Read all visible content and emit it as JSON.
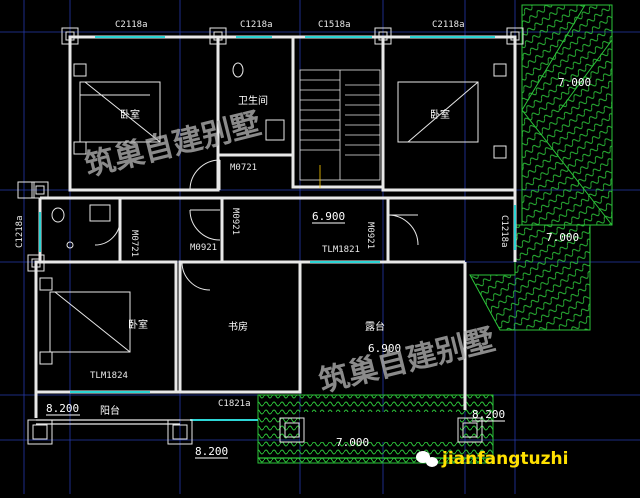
{
  "colors": {
    "background": "#000000",
    "wall": "#e8e8e8",
    "grid": "#2d44c8",
    "dim": "#2dd6d6",
    "green": "#2cc43a",
    "label": "#ffffff",
    "watermark": "#b9b9b9",
    "credit": "#ffe000"
  },
  "windows": {
    "w1": "C2118a",
    "w2": "C1218a",
    "w3": "C1518a",
    "w4": "C2118a",
    "w5": "C1218a",
    "w6": "C1218a",
    "w7": "C1821a"
  },
  "doors": {
    "d1": "M0721",
    "d2": "M0921",
    "d3": "M0921",
    "d4": "M0921",
    "d5": "M0721",
    "d6": "TLM1821",
    "d7": "TLM1824"
  },
  "rooms": {
    "bedroom_nw": "卧室",
    "bedroom_ne": "卧室",
    "bedroom_sw": "卧室",
    "bathroom": "卫生间",
    "study": "书房",
    "terrace": "露台",
    "balcony": "阳台"
  },
  "levels": {
    "roof_ne": "7.000",
    "roof_e": "7.000",
    "roof_s": "7.000",
    "stair": "6.900",
    "terrace": "6.900",
    "balcony_left": "8.200",
    "balcony_bottom": "8.200",
    "terrace_corner": "8.200"
  },
  "watermark": {
    "main": "筑巢自建别墅"
  },
  "credit": {
    "text": "jianfangtuzhi",
    "icon": "wechat-icon"
  }
}
